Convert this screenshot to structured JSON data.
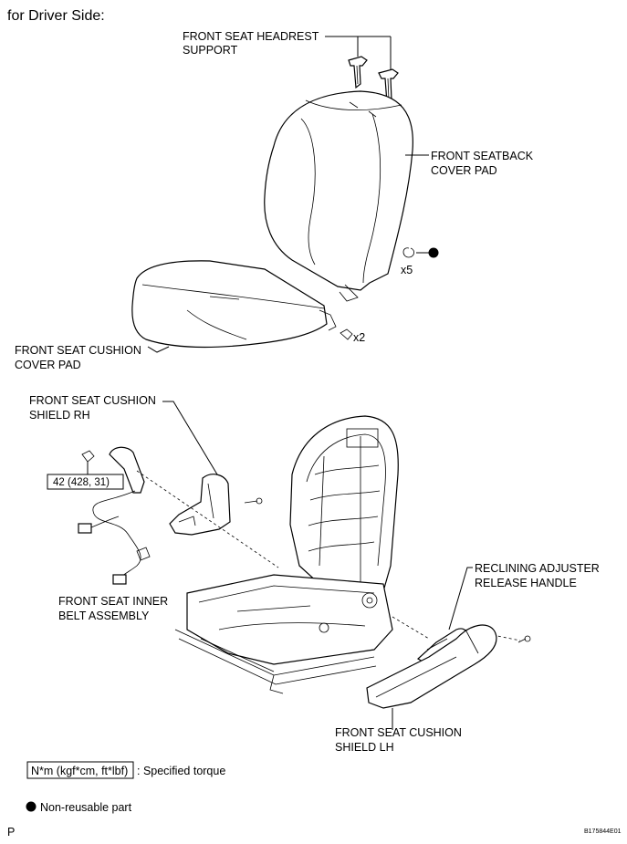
{
  "header": "for Driver Side:",
  "labels": {
    "headrest_support_1": "FRONT SEAT HEADREST",
    "headrest_support_2": "SUPPORT",
    "seatback_1": "FRONT SEATBACK",
    "seatback_2": "COVER PAD",
    "x5": "x5",
    "x2": "x2",
    "cushion_pad_1": "FRONT SEAT CUSHION",
    "cushion_pad_2": "COVER PAD",
    "shield_rh_1": "FRONT SEAT CUSHION",
    "shield_rh_2": "SHIELD RH",
    "torque_value": "42 (428, 31)",
    "belt_1": "FRONT SEAT INNER",
    "belt_2": "BELT ASSEMBLY",
    "reclining_1": "RECLINING ADJUSTER",
    "reclining_2": "RELEASE HANDLE",
    "shield_lh_1": "FRONT SEAT CUSHION",
    "shield_lh_2": "SHIELD LH"
  },
  "legend": {
    "torque_unit": "N*m (kgf*cm, ft*lbf)",
    "torque_desc": ": Specified torque",
    "nonreusable_desc": "Non-reusable part"
  },
  "footer": {
    "left": "P",
    "right": "B175844E01"
  }
}
